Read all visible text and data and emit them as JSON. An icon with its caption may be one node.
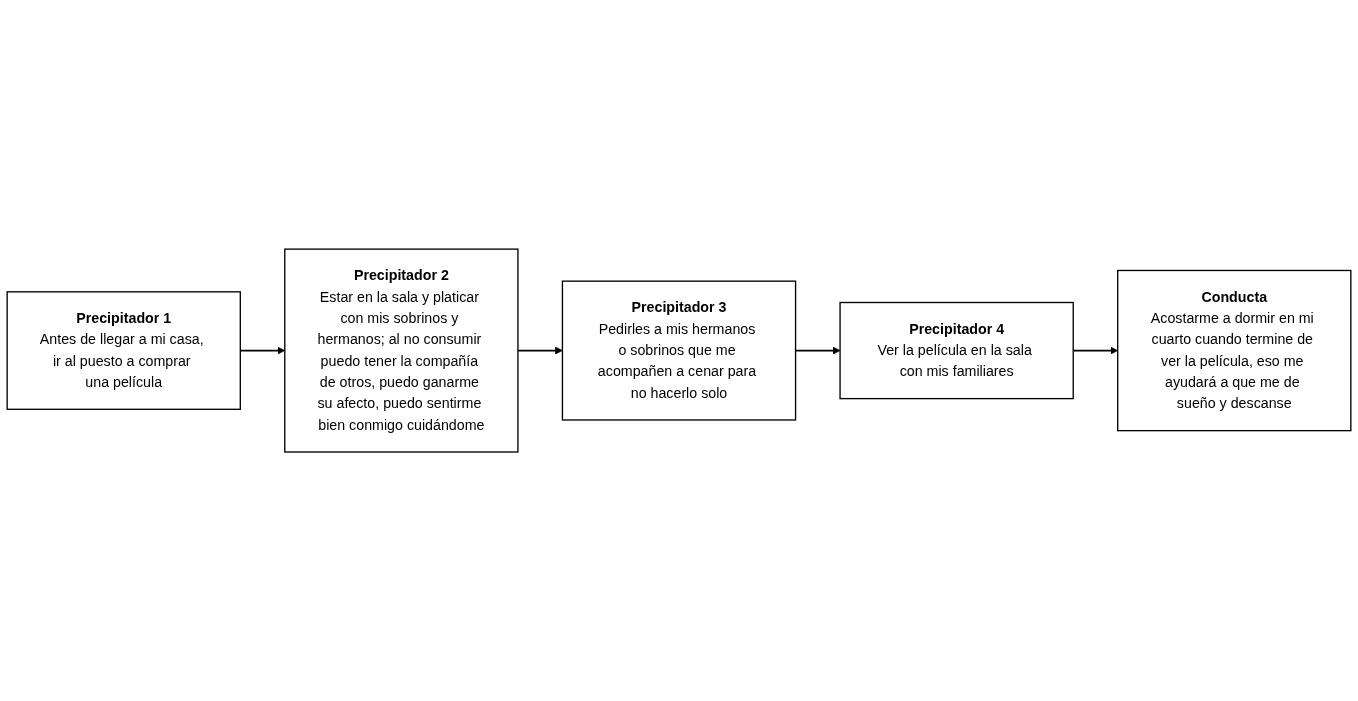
{
  "diagram": {
    "nodes": [
      {
        "text": [
          "Precipitador 1",
          "Antes de llegar a mi casa, ir al puesto a comprar una película"
        ]
      },
      {
        "text": [
          "Precipitador 2",
          "Estar en la sala y platicar con mis sobrinos y hermanos; al no consumir puedo tener la compañía de otros, puedo ganarme su afecto, puedo sentirme bien conmigo cuidándome"
        ]
      },
      {
        "text": [
          "Precipitador 3",
          "Pedirles a mis hermanos o sobrinos que me acompañen a cenar para no hacerlo solo"
        ]
      },
      {
        "text": [
          "Precipitador 4",
          "Ver la película en la sala con mis familiares"
        ]
      },
      {
        "text": [
          "Conducta",
          "Acostarme a dormir en mi cuarto cuando termine de ver la película, eso me ayudará a que me de sueño y descanse"
        ]
      }
    ],
    "edges": [
      {
        "from": 0,
        "to": 1,
        "arrow": "to"
      },
      {
        "from": 1,
        "to": 2,
        "arrow": "to"
      },
      {
        "from": 2,
        "to": 3,
        "arrow": "to"
      },
      {
        "from": 3,
        "to": 4,
        "arrow": "to"
      }
    ]
  }
}
